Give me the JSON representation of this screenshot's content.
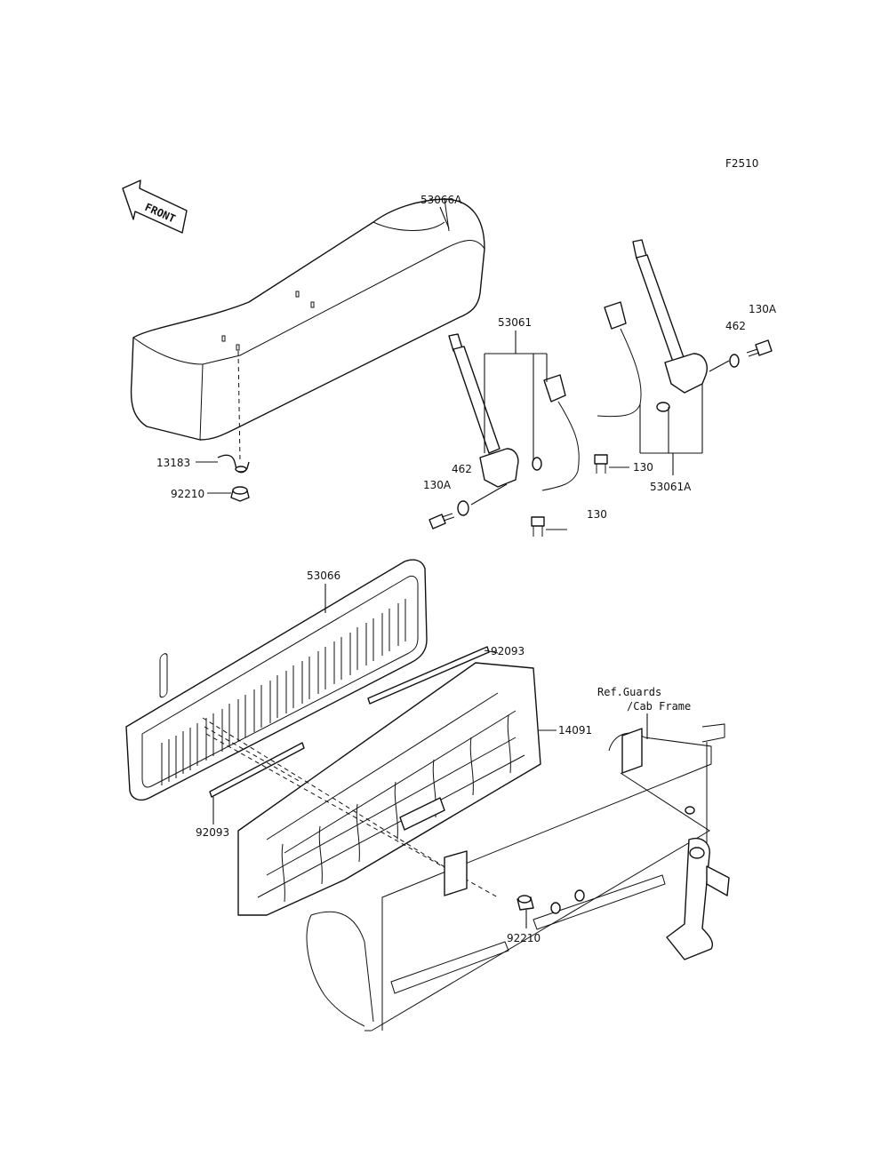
{
  "figure_code": "F2510",
  "front_arrow_label": "FRONT",
  "labels": {
    "seat_cushion": "53066A",
    "seat_belt_left": "53061",
    "seat_belt_right": "53061A",
    "bolt_130a_left": "130A",
    "bolt_130a_right": "130A",
    "washer_462_left": "462",
    "washer_462_right": "462",
    "bolt_130_upper": "130",
    "bolt_130_lower": "130",
    "clamp": "13183",
    "nut_top": "92210",
    "nut_bottom": "92210",
    "backrest": "53066",
    "strip_upper": "92093",
    "strip_lower": "92093",
    "back_panel": "14091",
    "ref_line1": "Ref.Guards",
    "ref_line2": "/Cab Frame"
  }
}
